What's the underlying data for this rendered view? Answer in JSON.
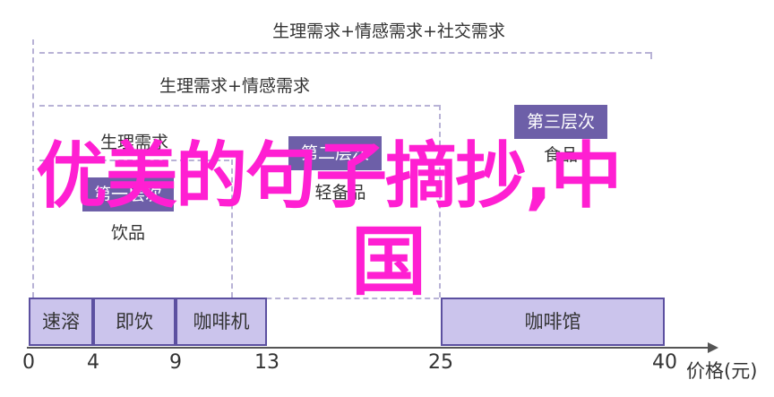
{
  "brackets": [
    {
      "label": "生理需求+情感需求+社交需求"
    },
    {
      "label": "生理需求+情感需求"
    },
    {
      "label": "生理需求"
    }
  ],
  "layers": [
    {
      "tag": "第一层次",
      "item": "饮品"
    },
    {
      "tag": "第二层次",
      "item": "轻备品"
    },
    {
      "tag": "第三层次",
      "item": "食品"
    }
  ],
  "bars": [
    {
      "label": "速溶",
      "start": 0,
      "end": 4
    },
    {
      "label": "即饮",
      "start": 4,
      "end": 9
    },
    {
      "label": "咖啡机",
      "start": 9,
      "end": 13
    },
    {
      "label": "咖啡馆",
      "start": 25,
      "end": 40
    }
  ],
  "axis": {
    "ticks": [
      "0",
      "4",
      "9",
      "13",
      "25",
      "40"
    ],
    "unit": "价格(元)"
  },
  "overlay": {
    "line1": "优美的句子摘抄,中",
    "line2": "国"
  },
  "colors": {
    "bar_fill": "#cbc4ec",
    "bar_border": "#5c50a0",
    "tag_fill": "#6d5fa8",
    "overlay_text": "#ff1fd2"
  }
}
